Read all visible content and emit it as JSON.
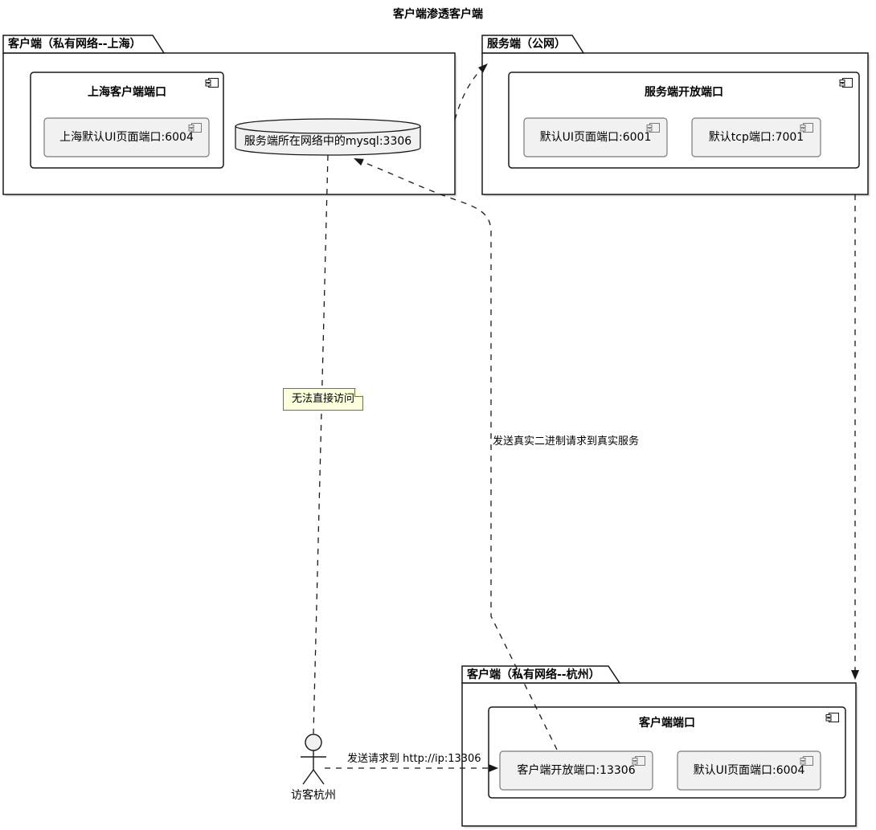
{
  "title": "客户端渗透客户端",
  "packages": {
    "shanghai": {
      "label": "客户端（私有网络--上海）",
      "component": {
        "title": "上海客户端端口",
        "children": [
          {
            "label": "上海默认UI页面端口:6004"
          }
        ]
      }
    },
    "server": {
      "label": "服务端（公网）",
      "component": {
        "title": "服务端开放端口",
        "children": [
          {
            "label": "默认UI页面端口:6001"
          },
          {
            "label": "默认tcp端口:7001"
          }
        ]
      }
    },
    "hangzhou": {
      "label": "客户端（私有网络--杭州）",
      "component": {
        "title": "客户端端口",
        "children": [
          {
            "label": "客户端开放端口:13306"
          },
          {
            "label": "默认UI页面端口:6004"
          }
        ]
      }
    }
  },
  "database": {
    "label": "服务端所在网络中的mysql:3306"
  },
  "actor": {
    "label": "访客杭州"
  },
  "note": {
    "text": "无法直接访问"
  },
  "edges": {
    "request_label": "发送请求到 http://ip:13306",
    "binary_label": "发送真实二进制请求到真实服务"
  },
  "colors": {
    "line": "#181818",
    "box_fill": "#FFFFFF",
    "inner_fill": "#F1F1F1",
    "note_fill": "#FEFFDD"
  }
}
